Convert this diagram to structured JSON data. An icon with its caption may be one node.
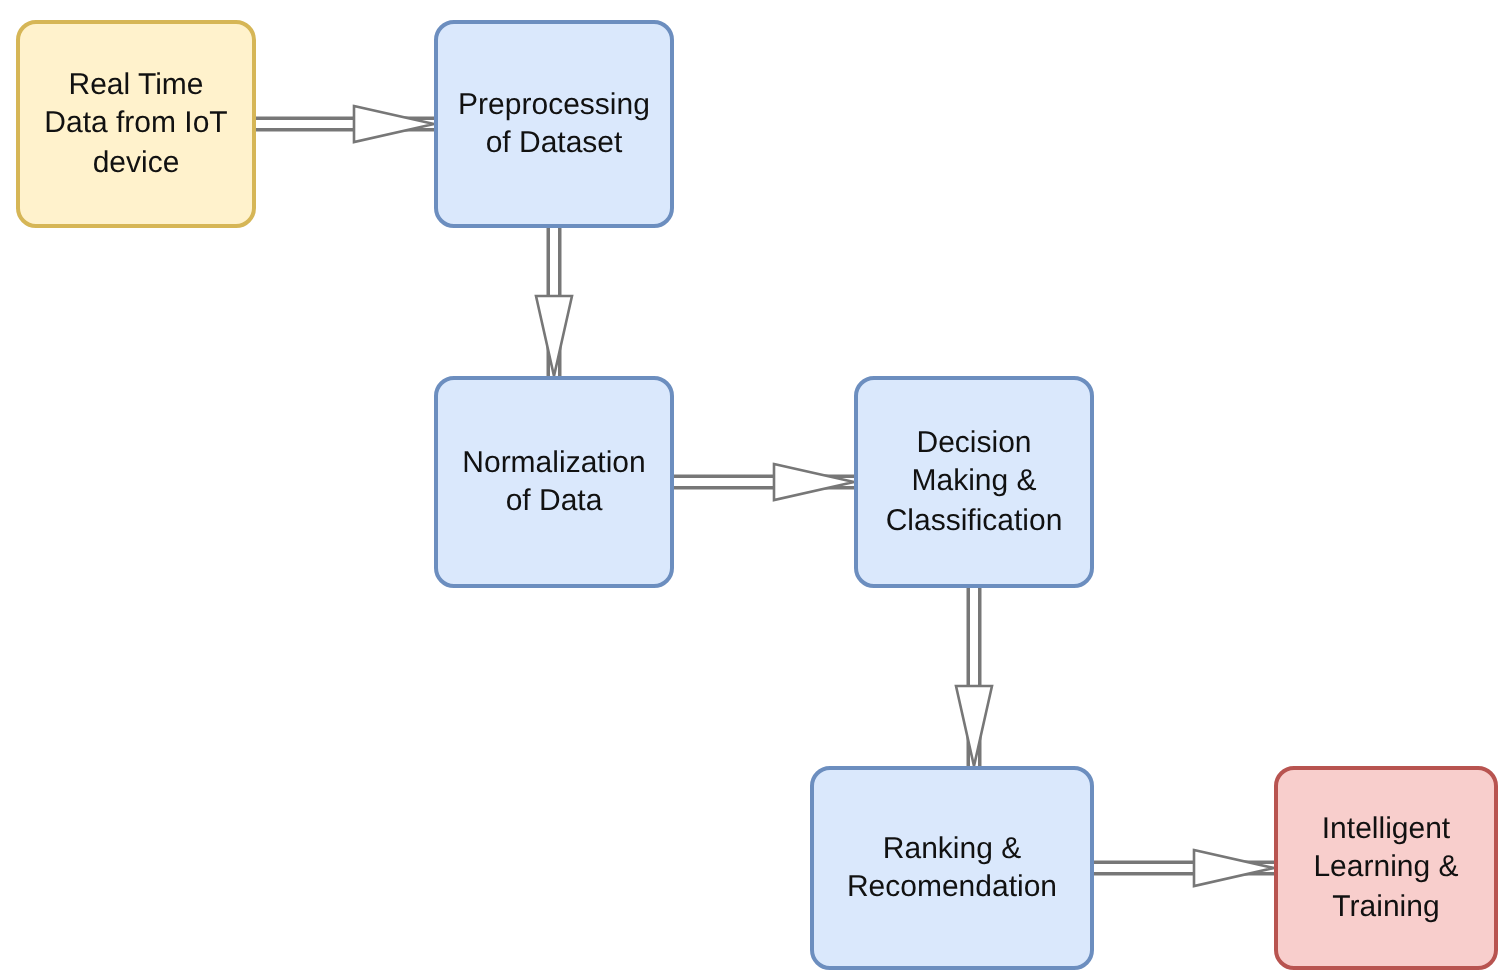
{
  "diagram": {
    "nodes": [
      {
        "text": [
          "Real Time Data from IoT device"
        ]
      },
      {
        "text": [
          "Preprocessing of Dataset"
        ]
      },
      {
        "text": [
          "Normalization of Data"
        ]
      },
      {
        "text": [
          "Decision Making & Classification"
        ]
      },
      {
        "text": [
          "Ranking & Recomendation"
        ]
      },
      {
        "text": [
          "Intelligent Learning & Training"
        ]
      }
    ],
    "edges": [
      {
        "from": 0,
        "to": 1,
        "arrow": "to"
      },
      {
        "from": 1,
        "to": 2,
        "arrow": "to"
      },
      {
        "from": 2,
        "to": 3,
        "arrow": "to"
      },
      {
        "from": 3,
        "to": 4,
        "arrow": "to"
      },
      {
        "from": 4,
        "to": 5,
        "arrow": "to"
      }
    ]
  }
}
